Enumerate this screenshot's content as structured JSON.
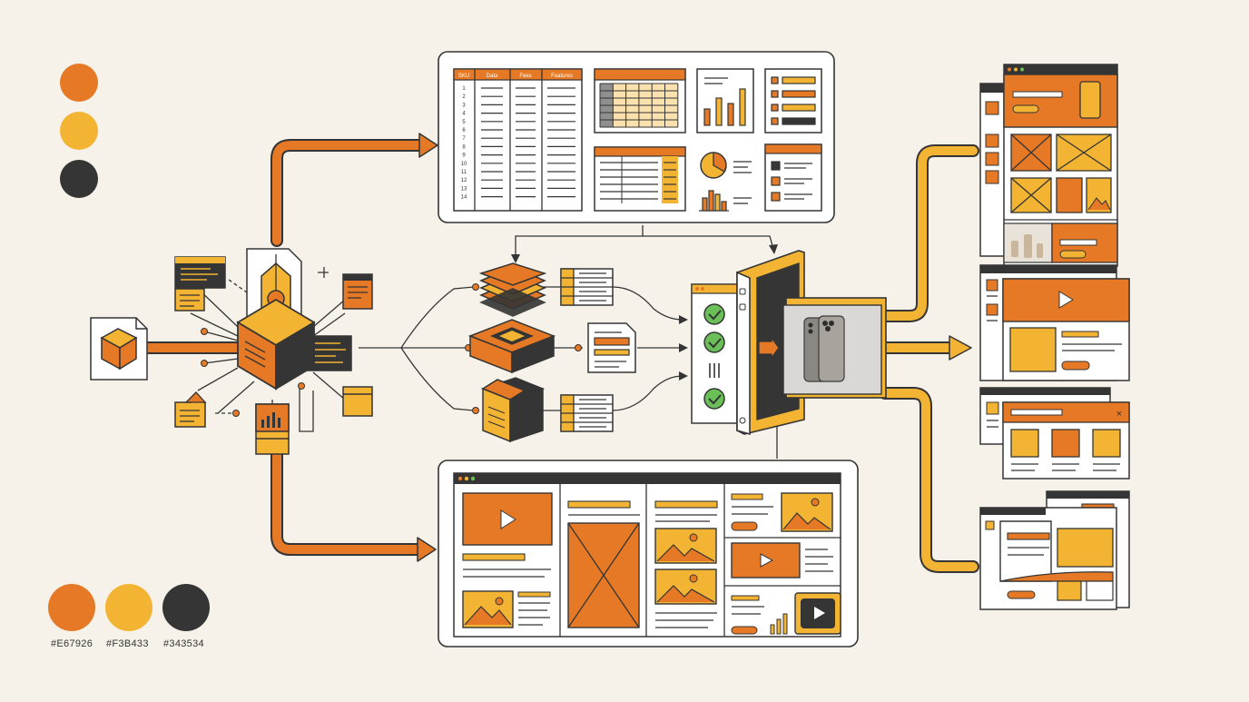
{
  "palette": {
    "orange": "#E67926",
    "yellow": "#F3B433",
    "dark": "#343534",
    "paper": "#F6F2EA",
    "swatches": [
      {
        "hex_label": "#E67926",
        "color": "#E67926"
      },
      {
        "hex_label": "#F3B433",
        "color": "#F3B433"
      },
      {
        "hex_label": "#343534",
        "color": "#343534"
      }
    ]
  },
  "spreadsheet": {
    "headers": [
      "SKU",
      "Data",
      "Fees",
      "Features"
    ],
    "row_numbers": [
      "1",
      "2",
      "3",
      "4",
      "5",
      "6",
      "7",
      "8",
      "9",
      "10",
      "11",
      "12",
      "13",
      "14"
    ]
  },
  "status_checks": [
    "check",
    "check",
    "pending",
    "check"
  ],
  "close_glyph": "×"
}
